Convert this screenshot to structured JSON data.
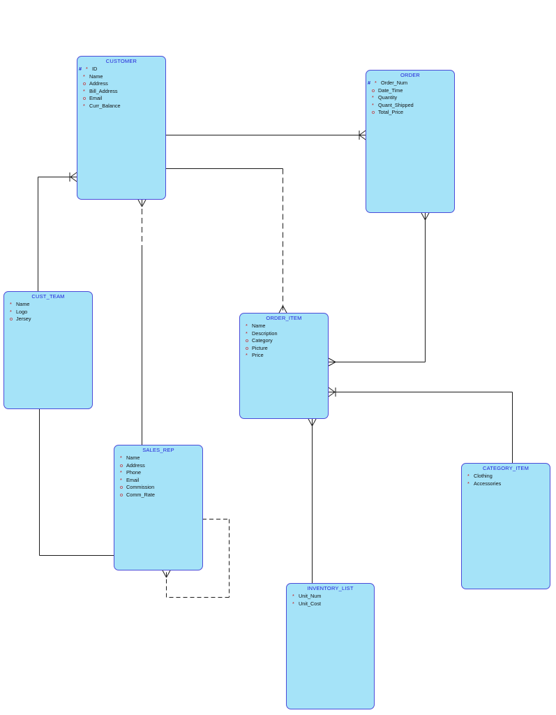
{
  "entities": {
    "customer": {
      "title": "CUSTOMER",
      "attributes": [
        {
          "marker": "#",
          "marker2": "*",
          "name": "ID"
        },
        {
          "marker": "*",
          "name": "Name"
        },
        {
          "marker": "o",
          "name": "Address"
        },
        {
          "marker": "*",
          "name": "Bill_Address"
        },
        {
          "marker": "o",
          "name": "Email"
        },
        {
          "marker": "*",
          "name": "Curr_Balance"
        }
      ]
    },
    "order": {
      "title": "ORDER",
      "attributes": [
        {
          "marker": "#",
          "marker2": "*",
          "name": "Order_Num"
        },
        {
          "marker": "o",
          "name": "Date_Time"
        },
        {
          "marker": "*",
          "name": "Quantity"
        },
        {
          "marker": "*",
          "name": "Quant_Shipped"
        },
        {
          "marker": "o",
          "name": "Total_Price"
        }
      ]
    },
    "cust_team": {
      "title": "CUST_TEAM",
      "attributes": [
        {
          "marker": "*",
          "name": "Name"
        },
        {
          "marker": "*",
          "name": "Logo"
        },
        {
          "marker": "o",
          "name": "Jersey"
        }
      ]
    },
    "order_item": {
      "title": "ORDER_ITEM",
      "attributes": [
        {
          "marker": "*",
          "name": "Name"
        },
        {
          "marker": "*",
          "name": "Description"
        },
        {
          "marker": "o",
          "name": "Category"
        },
        {
          "marker": "o",
          "name": "Picture"
        },
        {
          "marker": "*",
          "name": "Price"
        }
      ]
    },
    "sales_rep": {
      "title": "SALES_REP",
      "attributes": [
        {
          "marker": "*",
          "name": "Name"
        },
        {
          "marker": "o",
          "name": "Address"
        },
        {
          "marker": "*",
          "name": "Phone"
        },
        {
          "marker": "*",
          "name": "Email"
        },
        {
          "marker": "o",
          "name": "Commission"
        },
        {
          "marker": "o",
          "name": "Comm_Rate"
        }
      ]
    },
    "category_item": {
      "title": "CATEGORY_ITEM",
      "attributes": [
        {
          "marker": "*",
          "name": "Clothing"
        },
        {
          "marker": "*",
          "name": "Accessories"
        }
      ]
    },
    "inventory_list": {
      "title": "INVENTORY_LIST",
      "attributes": [
        {
          "marker": "*",
          "name": "Unit_Num"
        },
        {
          "marker": "*",
          "name": "Unit_Cost"
        }
      ]
    }
  },
  "colors": {
    "entity_fill": "#a5e3f8",
    "entity_border": "#4a4ad8",
    "title_text": "#2020d8",
    "marker_red": "#c81010",
    "line": "#1a1a1a"
  }
}
